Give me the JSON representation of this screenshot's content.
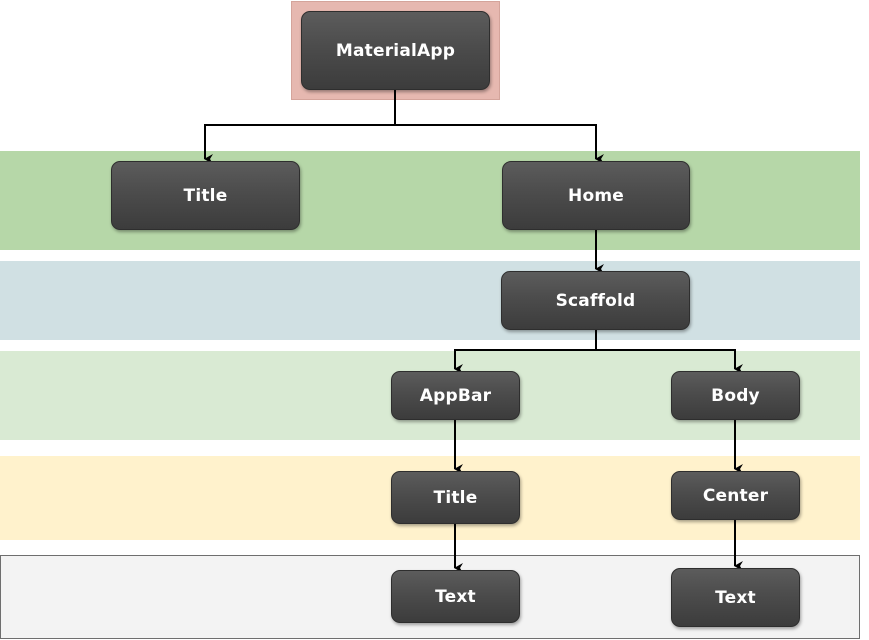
{
  "colors": {
    "root_highlight": "#e6b8b0",
    "node_fill": "#4c4c4c",
    "node_text": "#ffffff",
    "connector": "#000000"
  },
  "bands": [
    {
      "color": "#b6d7a8"
    },
    {
      "color": "#d0e0e3"
    },
    {
      "color": "#d9ead3"
    },
    {
      "color": "#fff2cc"
    },
    {
      "color": "#f3f3f3"
    }
  ],
  "nodes": {
    "material_app": "MaterialApp",
    "title": "Title",
    "home": "Home",
    "scaffold": "Scaffold",
    "app_bar": "AppBar",
    "body": "Body",
    "app_bar_title": "Title",
    "center": "Center",
    "title_text": "Text",
    "center_text": "Text"
  },
  "edges": [
    {
      "from": "material_app",
      "to": "title"
    },
    {
      "from": "material_app",
      "to": "home"
    },
    {
      "from": "home",
      "to": "scaffold"
    },
    {
      "from": "scaffold",
      "to": "app_bar"
    },
    {
      "from": "scaffold",
      "to": "body"
    },
    {
      "from": "app_bar",
      "to": "app_bar_title"
    },
    {
      "from": "body",
      "to": "center"
    },
    {
      "from": "app_bar_title",
      "to": "title_text"
    },
    {
      "from": "center",
      "to": "center_text"
    }
  ]
}
